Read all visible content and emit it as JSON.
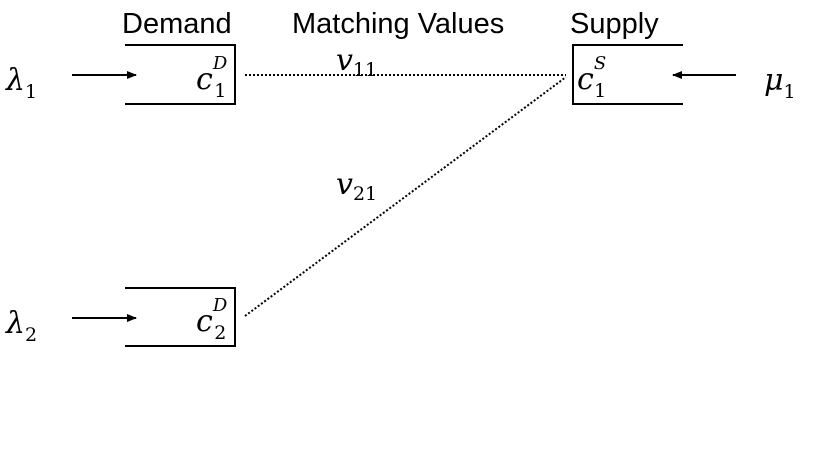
{
  "headers": {
    "demand": "Demand",
    "matching_values": "Matching Values",
    "supply": "Supply"
  },
  "demand_queues": [
    {
      "rate": "λ",
      "rate_index": "1",
      "class": "c",
      "class_sup": "D",
      "class_index": "1"
    },
    {
      "rate": "λ",
      "rate_index": "2",
      "class": "c",
      "class_sup": "D",
      "class_index": "2"
    }
  ],
  "supply_queues": [
    {
      "rate": "μ",
      "rate_index": "1",
      "class": "c",
      "class_sup": "S",
      "class_index": "1"
    }
  ],
  "matches": [
    {
      "var": "v",
      "index": "11"
    },
    {
      "var": "v",
      "index": "21"
    }
  ]
}
